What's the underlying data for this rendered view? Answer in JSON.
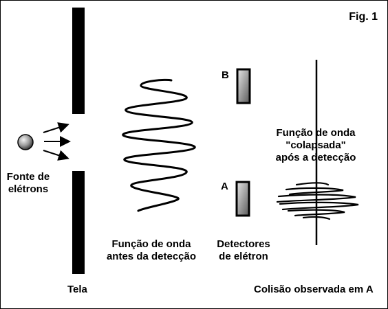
{
  "figure": {
    "label": "Fig. 1"
  },
  "source": {
    "label_line1": "Fonte de",
    "label_line2": "elétrons"
  },
  "screen": {
    "label": "Tela"
  },
  "wave_before": {
    "label_line1": "Função de onda",
    "label_line2": "antes da detecção"
  },
  "detectors": {
    "label_line1": "Detectores",
    "label_line2": "de elétron",
    "detector_b": "B",
    "detector_a": "A"
  },
  "collapsed": {
    "label_line1": "Função de onda",
    "label_line2": "\"colapsada\"",
    "label_line3": "após a detecção"
  },
  "observation": {
    "label": "Colisão observada em A"
  },
  "colors": {
    "ink": "#000000",
    "background": "#ffffff"
  }
}
